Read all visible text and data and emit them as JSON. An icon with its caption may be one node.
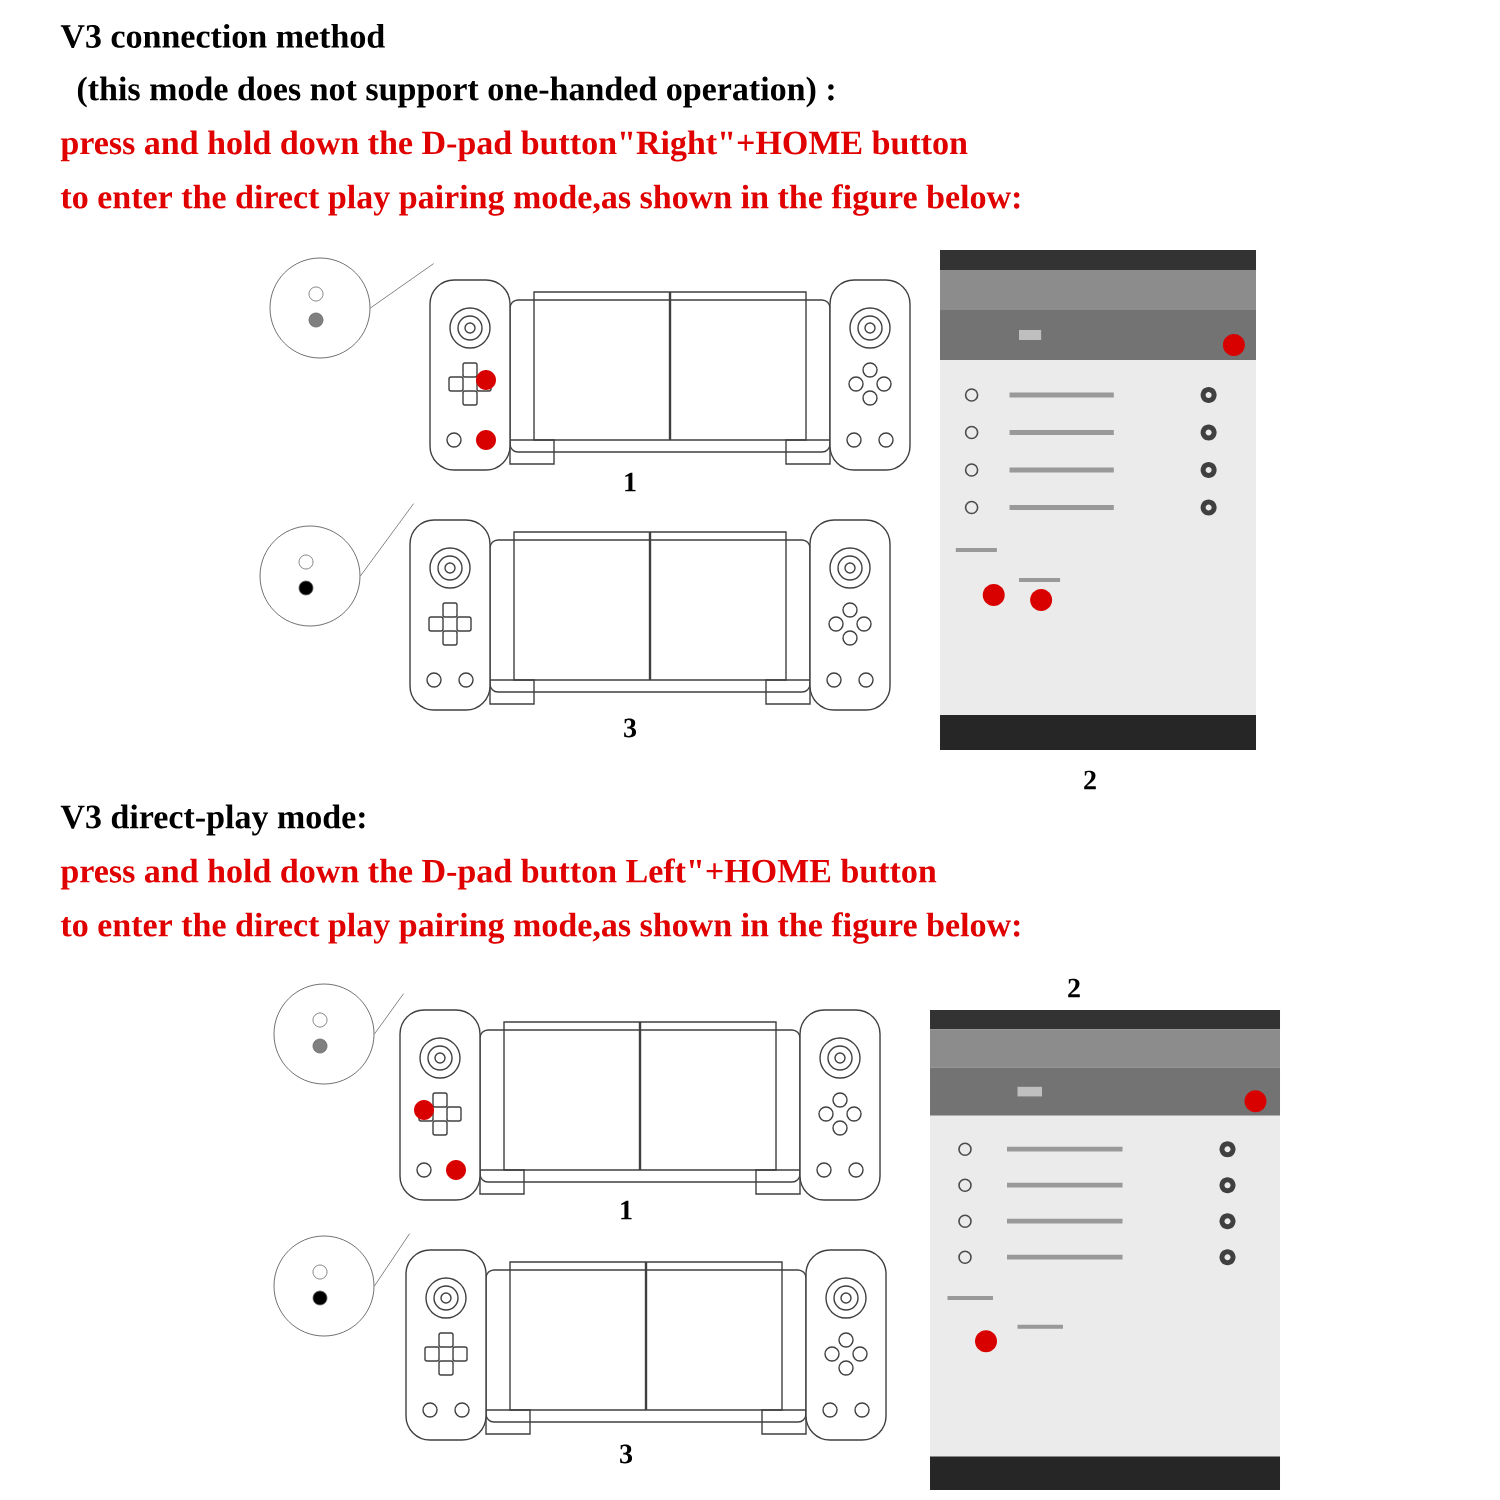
{
  "diagram": {
    "title": "V3 connection method",
    "nodes": [
      {
        "text": [],
        "shape": "circle"
      },
      {
        "text": [],
        "shape": "picture"
      },
      {
        "text": [],
        "shape": "circle"
      },
      {
        "text": [],
        "shape": "picture"
      },
      {
        "text": [],
        "shape": "circle"
      },
      {
        "text": [],
        "shape": "picture"
      },
      {
        "text": [],
        "shape": "circle"
      },
      {
        "text": [],
        "shape": "picture"
      }
    ],
    "edges": [
      {
        "from": 0,
        "to": 1,
        "arrow": "none"
      },
      {
        "from": 2,
        "to": 3,
        "arrow": "none"
      },
      {
        "from": 4,
        "to": 5,
        "arrow": "none"
      },
      {
        "from": 6,
        "to": 7,
        "arrow": "none"
      }
    ],
    "labels": [
      "(this mode does not support one-handed operation) :",
      "press and hold down the D-pad button\"Right\"+HOME button",
      "to enter the direct play pairing mode,as shown in the figure below:",
      "1",
      "3",
      "2",
      "V3 direct-play mode:",
      "press and hold down the D-pad button Left\"+HOME button",
      "to enter the direct play pairing mode,as shown in the figure below:",
      "2",
      "1",
      "3"
    ]
  }
}
